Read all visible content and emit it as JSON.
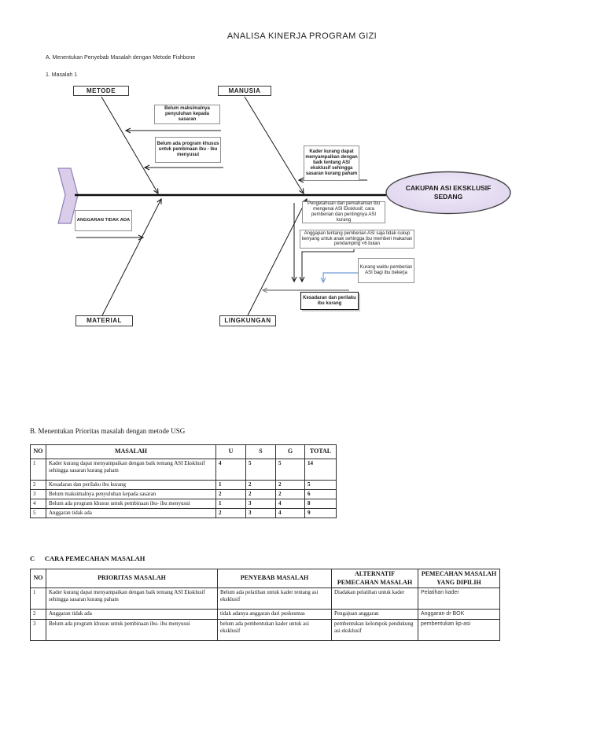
{
  "page": {
    "title": "ANALISA KINERJA PROGRAM GIZI",
    "section_a_heading": "A. Menentukan Penyebab Masalah dengan Metode Fishbone",
    "subsection_1": "1. Masalah 1",
    "section_b_heading": "B. Menentukan Prioritas masalah dengan metode USG",
    "section_c_heading": "C      CARA PEMECAHAN MASALAH"
  },
  "fishbone": {
    "effect_label": "CAKUPAN ASI EKSKLUSIF SEDANG",
    "categories": {
      "metode": "METODE",
      "manusia": "MANUSIA",
      "material": "MATERIAL",
      "lingkungan": "LINGKUNGAN"
    },
    "causes": {
      "metode_1": "Belum maksimalnya penyuluhan kepada sasaran",
      "metode_2": "Belum ada program khusus untuk pembinaan ibu - ibu menyusui",
      "manusia_1": "Kader  kurang dapat menyampaikan dengan baik tentang ASI eksklusif sehingga sasaran kurang paham",
      "material_1": "ANGGARAN TIDAK ADA",
      "lingkungan_1": "Pengetahuan dan pemahaman ibu mengenai ASI Eksklusif, cara pemberian dan pentingnya ASI kurang",
      "lingkungan_2": "Anggapan tentang pemberian ASI saja tidak cukup kenyang untuk anak sehingga ibu memberi makanan pendamping <6 bulan",
      "lingkungan_3": "Kurang waktu pemberian ASI bagi ibu bekerja",
      "lingkungan_4": "Kesadaran dan perilaku ibu kurang"
    },
    "colors": {
      "tail_fill": "#D9CDEA",
      "tail_border": "#8E7FB5",
      "ellipse_fill": "#E6DEF3",
      "blue_connector": "#6F9BD8"
    }
  },
  "usg_table": {
    "headers": {
      "no": "NO",
      "masalah": "MASALAH",
      "u": "U",
      "s": "S",
      "g": "G",
      "total": "TOTAL"
    },
    "rows": [
      {
        "no": "1",
        "masalah": "Kader kurang dapat menyampaikan dengan baik  tentang ASI Eksklusif sehingga sasaran kurang paham",
        "u": "4",
        "s": "5",
        "g": "5",
        "total": "14"
      },
      {
        "no": "2",
        "masalah": "Kesadaran dan perilaku ibu kurang",
        "u": "1",
        "s": "2",
        "g": "2",
        "total": "5"
      },
      {
        "no": "3",
        "masalah": "Belum maksimalnya penyuluhan kepada sasaran",
        "u": "2",
        "s": "2",
        "g": "2",
        "total": "6"
      },
      {
        "no": "4",
        "masalah": "Belum ada program khusus untuk pembinaan ibu- ibu menyusui",
        "u": "1",
        "s": "3",
        "g": "4",
        "total": "8"
      },
      {
        "no": "5",
        "masalah": "Anggaran tidak ada",
        "u": "2",
        "s": "3",
        "g": "4",
        "total": "9"
      }
    ]
  },
  "solution_table": {
    "headers": {
      "no": "NO",
      "prioritas": "PRIORITAS MASALAH",
      "penyebab": "PENYEBAB MASALAH",
      "alternatif": "ALTERNATIF PEMECAHAN MASALAH",
      "dipilih": "PEMECAHAN MASALAH YANG DIPILIH"
    },
    "rows": [
      {
        "no": "1",
        "prioritas": "Kader kurang dapat menyampaikan dengan baik  tentang ASI Eksklusif sehingga sasaran kurang paham",
        "penyebab": "Belum ada pelatihan untuk kader tentang asi eksklusif",
        "alternatif": "Diadakan pelatihan untuk kader",
        "dipilih": "Pelatihan kader"
      },
      {
        "no": "2",
        "prioritas": "Anggaran tidak ada",
        "penyebab": "tidak adanya anggaran dari puskesmas",
        "alternatif": "Pengajuan anggaran",
        "dipilih": "Anggaran dr BOK"
      },
      {
        "no": "3",
        "prioritas": "Belum ada program khusus untuk pembinaan ibu- ibu menyusui",
        "penyebab": "belum ada pembentukan kader untuk asi eksklusif",
        "alternatif": "pembentukan kelompok pendukung asi eksklusif",
        "dipilih": "pembentukan kp-asi"
      }
    ]
  }
}
